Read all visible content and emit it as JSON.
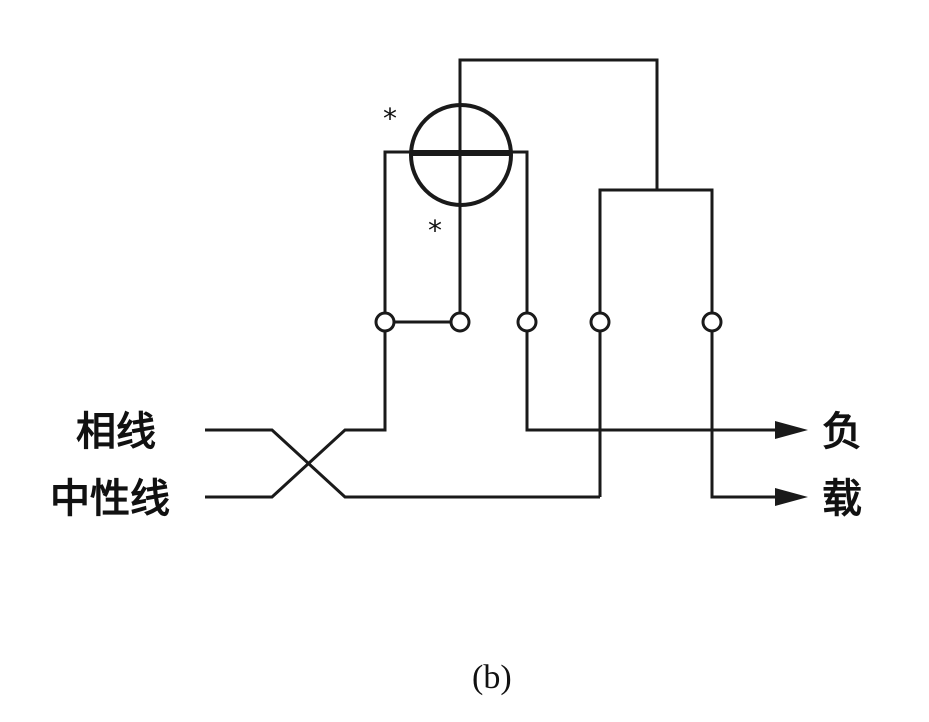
{
  "labels": {
    "phase_line": "相线",
    "neutral_line": "中性线",
    "load_top": "负",
    "load_bottom": "载",
    "caption": "(b)",
    "polarity_mark_top": "*",
    "polarity_mark_bottom": "*"
  },
  "diagram": {
    "type": "single-phase energy meter wiring",
    "terminal_count": 5,
    "crossed_inputs": true
  }
}
